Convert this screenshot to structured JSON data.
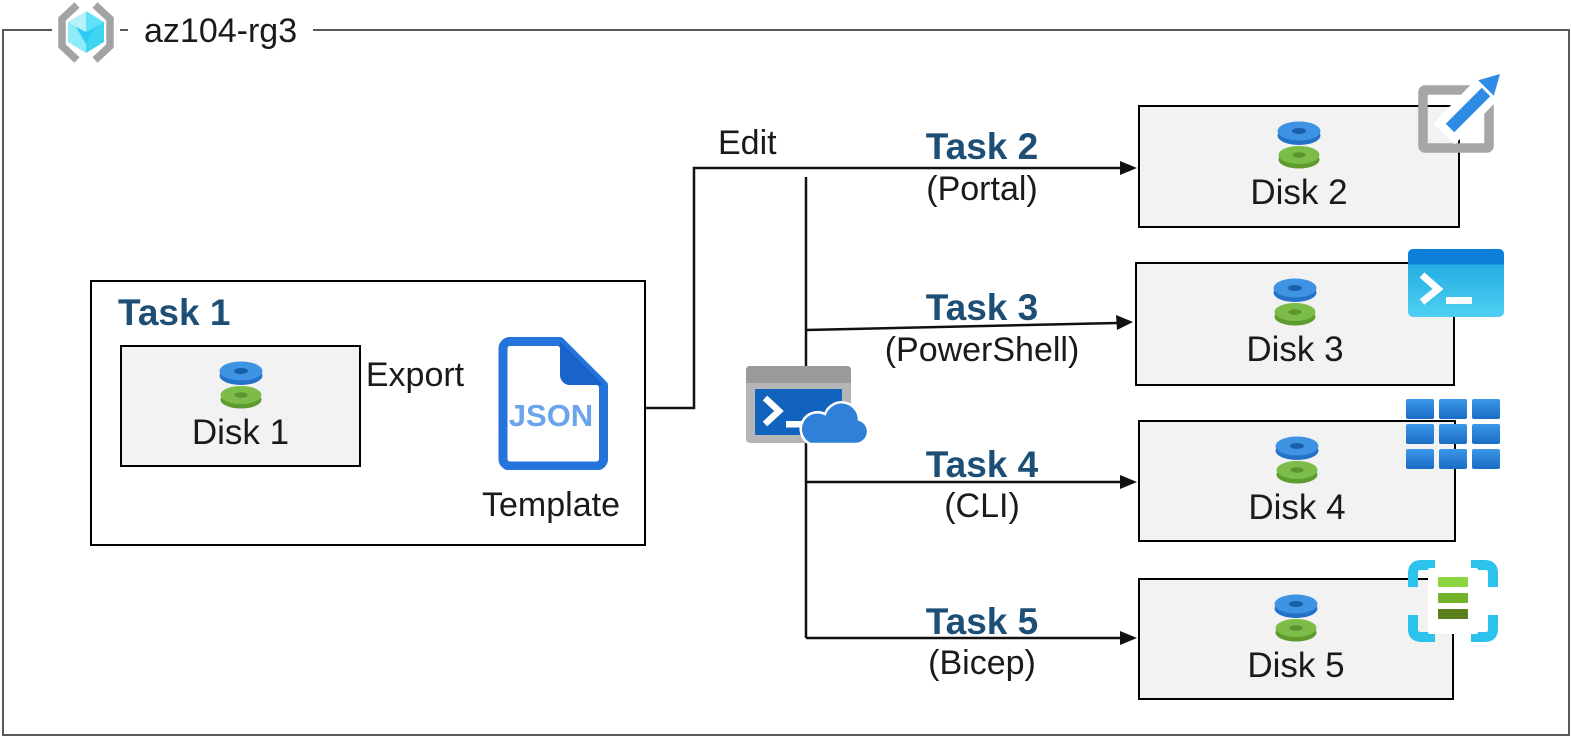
{
  "resource_group": {
    "name": "az104-rg3",
    "icon": "resource-group-icon"
  },
  "task1": {
    "label": "Task 1",
    "disk_label": "Disk 1",
    "export_label": "Export",
    "json_text": "JSON",
    "template_label": "Template"
  },
  "edit_label": "Edit",
  "tasks": [
    {
      "name": "Task 2",
      "method": "(Portal)",
      "disk_label": "Disk 2",
      "icon": "portal-launch-icon"
    },
    {
      "name": "Task 3",
      "method": "(PowerShell)",
      "disk_label": "Disk 3",
      "icon": "powershell-icon"
    },
    {
      "name": "Task 4",
      "method": "(CLI)",
      "disk_label": "Disk 4",
      "icon": "azure-cli-icon"
    },
    {
      "name": "Task 5",
      "method": "(Bicep)",
      "disk_label": "Disk 5",
      "icon": "bicep-template-icon"
    }
  ],
  "shared_icon": "cloud-shell-icon",
  "colors": {
    "task_label_blue": "#1d4f76",
    "box_fill_grey": "#f2f2f2",
    "outer_border_grey": "#595959",
    "disk_blue": "#3f93e3",
    "disk_green": "#7cbd49",
    "json_doc_blue": "#2574db",
    "accent_blue": "#2e8be6",
    "cyan_bracket": "#2bc3ec"
  }
}
